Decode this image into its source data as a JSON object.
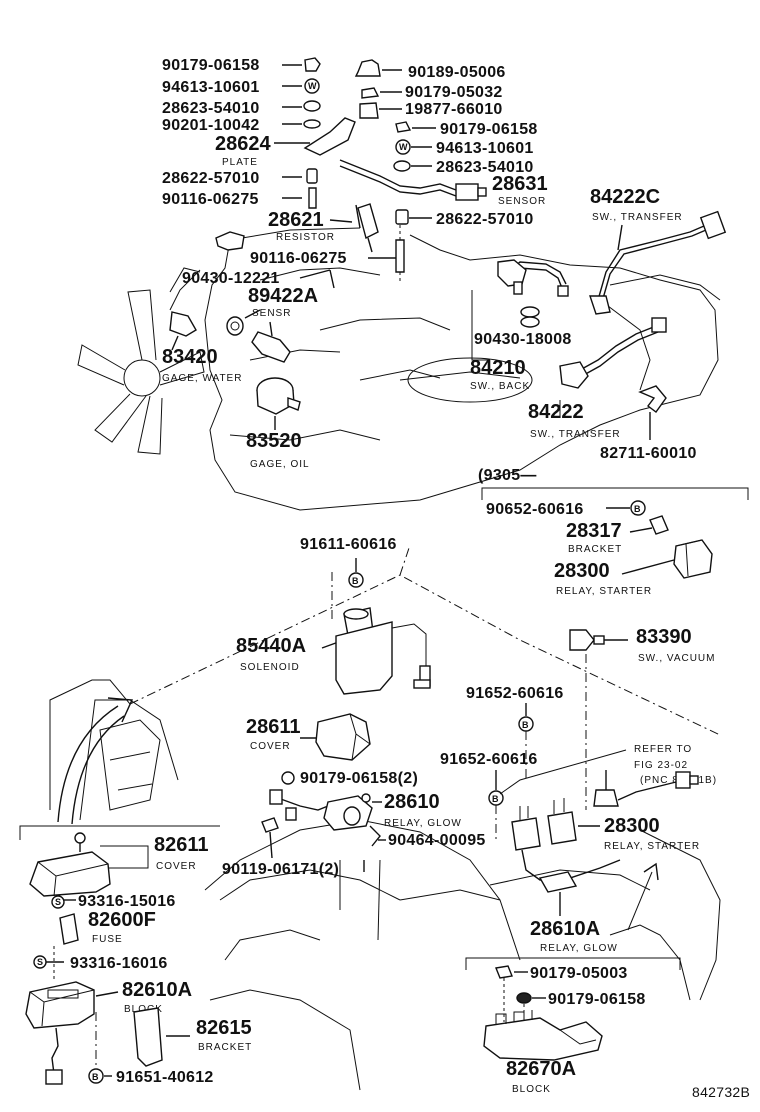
{
  "diagram": {
    "figure_code": "842732B",
    "labels": [
      {
        "id": "p1",
        "text": "90179-06158"
      },
      {
        "id": "p2",
        "text": "94613-10601"
      },
      {
        "id": "p3",
        "text": "28623-54010"
      },
      {
        "id": "p4",
        "text": "90201-10042"
      },
      {
        "id": "p5",
        "text": "28624",
        "sub": "PLATE"
      },
      {
        "id": "p6",
        "text": "28622-57010"
      },
      {
        "id": "p7",
        "text": "90116-06275"
      },
      {
        "id": "p8",
        "text": "90189-05006"
      },
      {
        "id": "p9",
        "text": "90179-05032"
      },
      {
        "id": "p10",
        "text": "19877-66010"
      },
      {
        "id": "p11",
        "text": "90179-06158"
      },
      {
        "id": "p12",
        "text": "94613-10601"
      },
      {
        "id": "p13",
        "text": "28623-54010"
      },
      {
        "id": "p14",
        "text": "28631",
        "sub": "SENSOR"
      },
      {
        "id": "p15",
        "text": "28622-57010"
      },
      {
        "id": "p16",
        "text": "28621",
        "sub": "RESISTOR"
      },
      {
        "id": "p17",
        "text": "90116-06275"
      },
      {
        "id": "p18",
        "text": "90430-12221"
      },
      {
        "id": "p19",
        "text": "89422A",
        "sub": "SENSR"
      },
      {
        "id": "p20",
        "text": "84222C",
        "sub": "SW., TRANSFER"
      },
      {
        "id": "p21",
        "text": "90430-18008"
      },
      {
        "id": "p22",
        "text": "84210",
        "sub": "SW., BACK"
      },
      {
        "id": "p23",
        "text": "83420",
        "sub": "GAGE, WATER"
      },
      {
        "id": "p24",
        "text": "83520",
        "sub": "GAGE, OIL"
      },
      {
        "id": "p25",
        "text": "84222",
        "sub": "SW., TRANSFER"
      },
      {
        "id": "p26",
        "text": "82711-60010"
      },
      {
        "id": "p27",
        "text": "90652-60616"
      },
      {
        "id": "p28",
        "text": "28317",
        "sub": "BRACKET"
      },
      {
        "id": "p29",
        "text": "28300",
        "sub": "RELAY, STARTER"
      },
      {
        "id": "p30",
        "text": "91611-60616"
      },
      {
        "id": "p31",
        "text": "85440A",
        "sub": "SOLENOID"
      },
      {
        "id": "p32",
        "text": "83390",
        "sub": "SW., VACUUM"
      },
      {
        "id": "p33",
        "text": "91652-60616"
      },
      {
        "id": "p34",
        "text": "28611",
        "sub": "COVER"
      },
      {
        "id": "p35",
        "text": "91652-60616"
      },
      {
        "id": "p36",
        "text": "90179-06158(2)"
      },
      {
        "id": "p37",
        "text": "28610",
        "sub": "RELAY, GLOW"
      },
      {
        "id": "p38",
        "text": "90464-00095"
      },
      {
        "id": "p39",
        "text": "28300",
        "sub": "RELAY, STARTER"
      },
      {
        "id": "p40",
        "text": "82611",
        "sub": "COVER"
      },
      {
        "id": "p41",
        "text": "90119-06171(2)"
      },
      {
        "id": "p42",
        "text": "93316-15016"
      },
      {
        "id": "p43",
        "text": "82600F",
        "sub": "FUSE"
      },
      {
        "id": "p44",
        "text": "93316-16016"
      },
      {
        "id": "p45",
        "text": "28610A",
        "sub": "RELAY, GLOW"
      },
      {
        "id": "p46",
        "text": "82610A",
        "sub": "BLOCK"
      },
      {
        "id": "p47",
        "text": "90179-05003"
      },
      {
        "id": "p48",
        "text": "90179-06158"
      },
      {
        "id": "p49",
        "text": "82615",
        "sub": "BRACKET"
      },
      {
        "id": "p50",
        "text": "91651-40612"
      },
      {
        "id": "p51",
        "text": "82670A",
        "sub": "BLOCK"
      }
    ],
    "notes": {
      "date_code": "(9305—",
      "refer_line1": "REFER TO",
      "refer_line2": "FIG 23-02",
      "refer_line3": "(PNC 84461B)"
    },
    "markers": {
      "b": "B",
      "w": "W",
      "s": "S"
    }
  }
}
